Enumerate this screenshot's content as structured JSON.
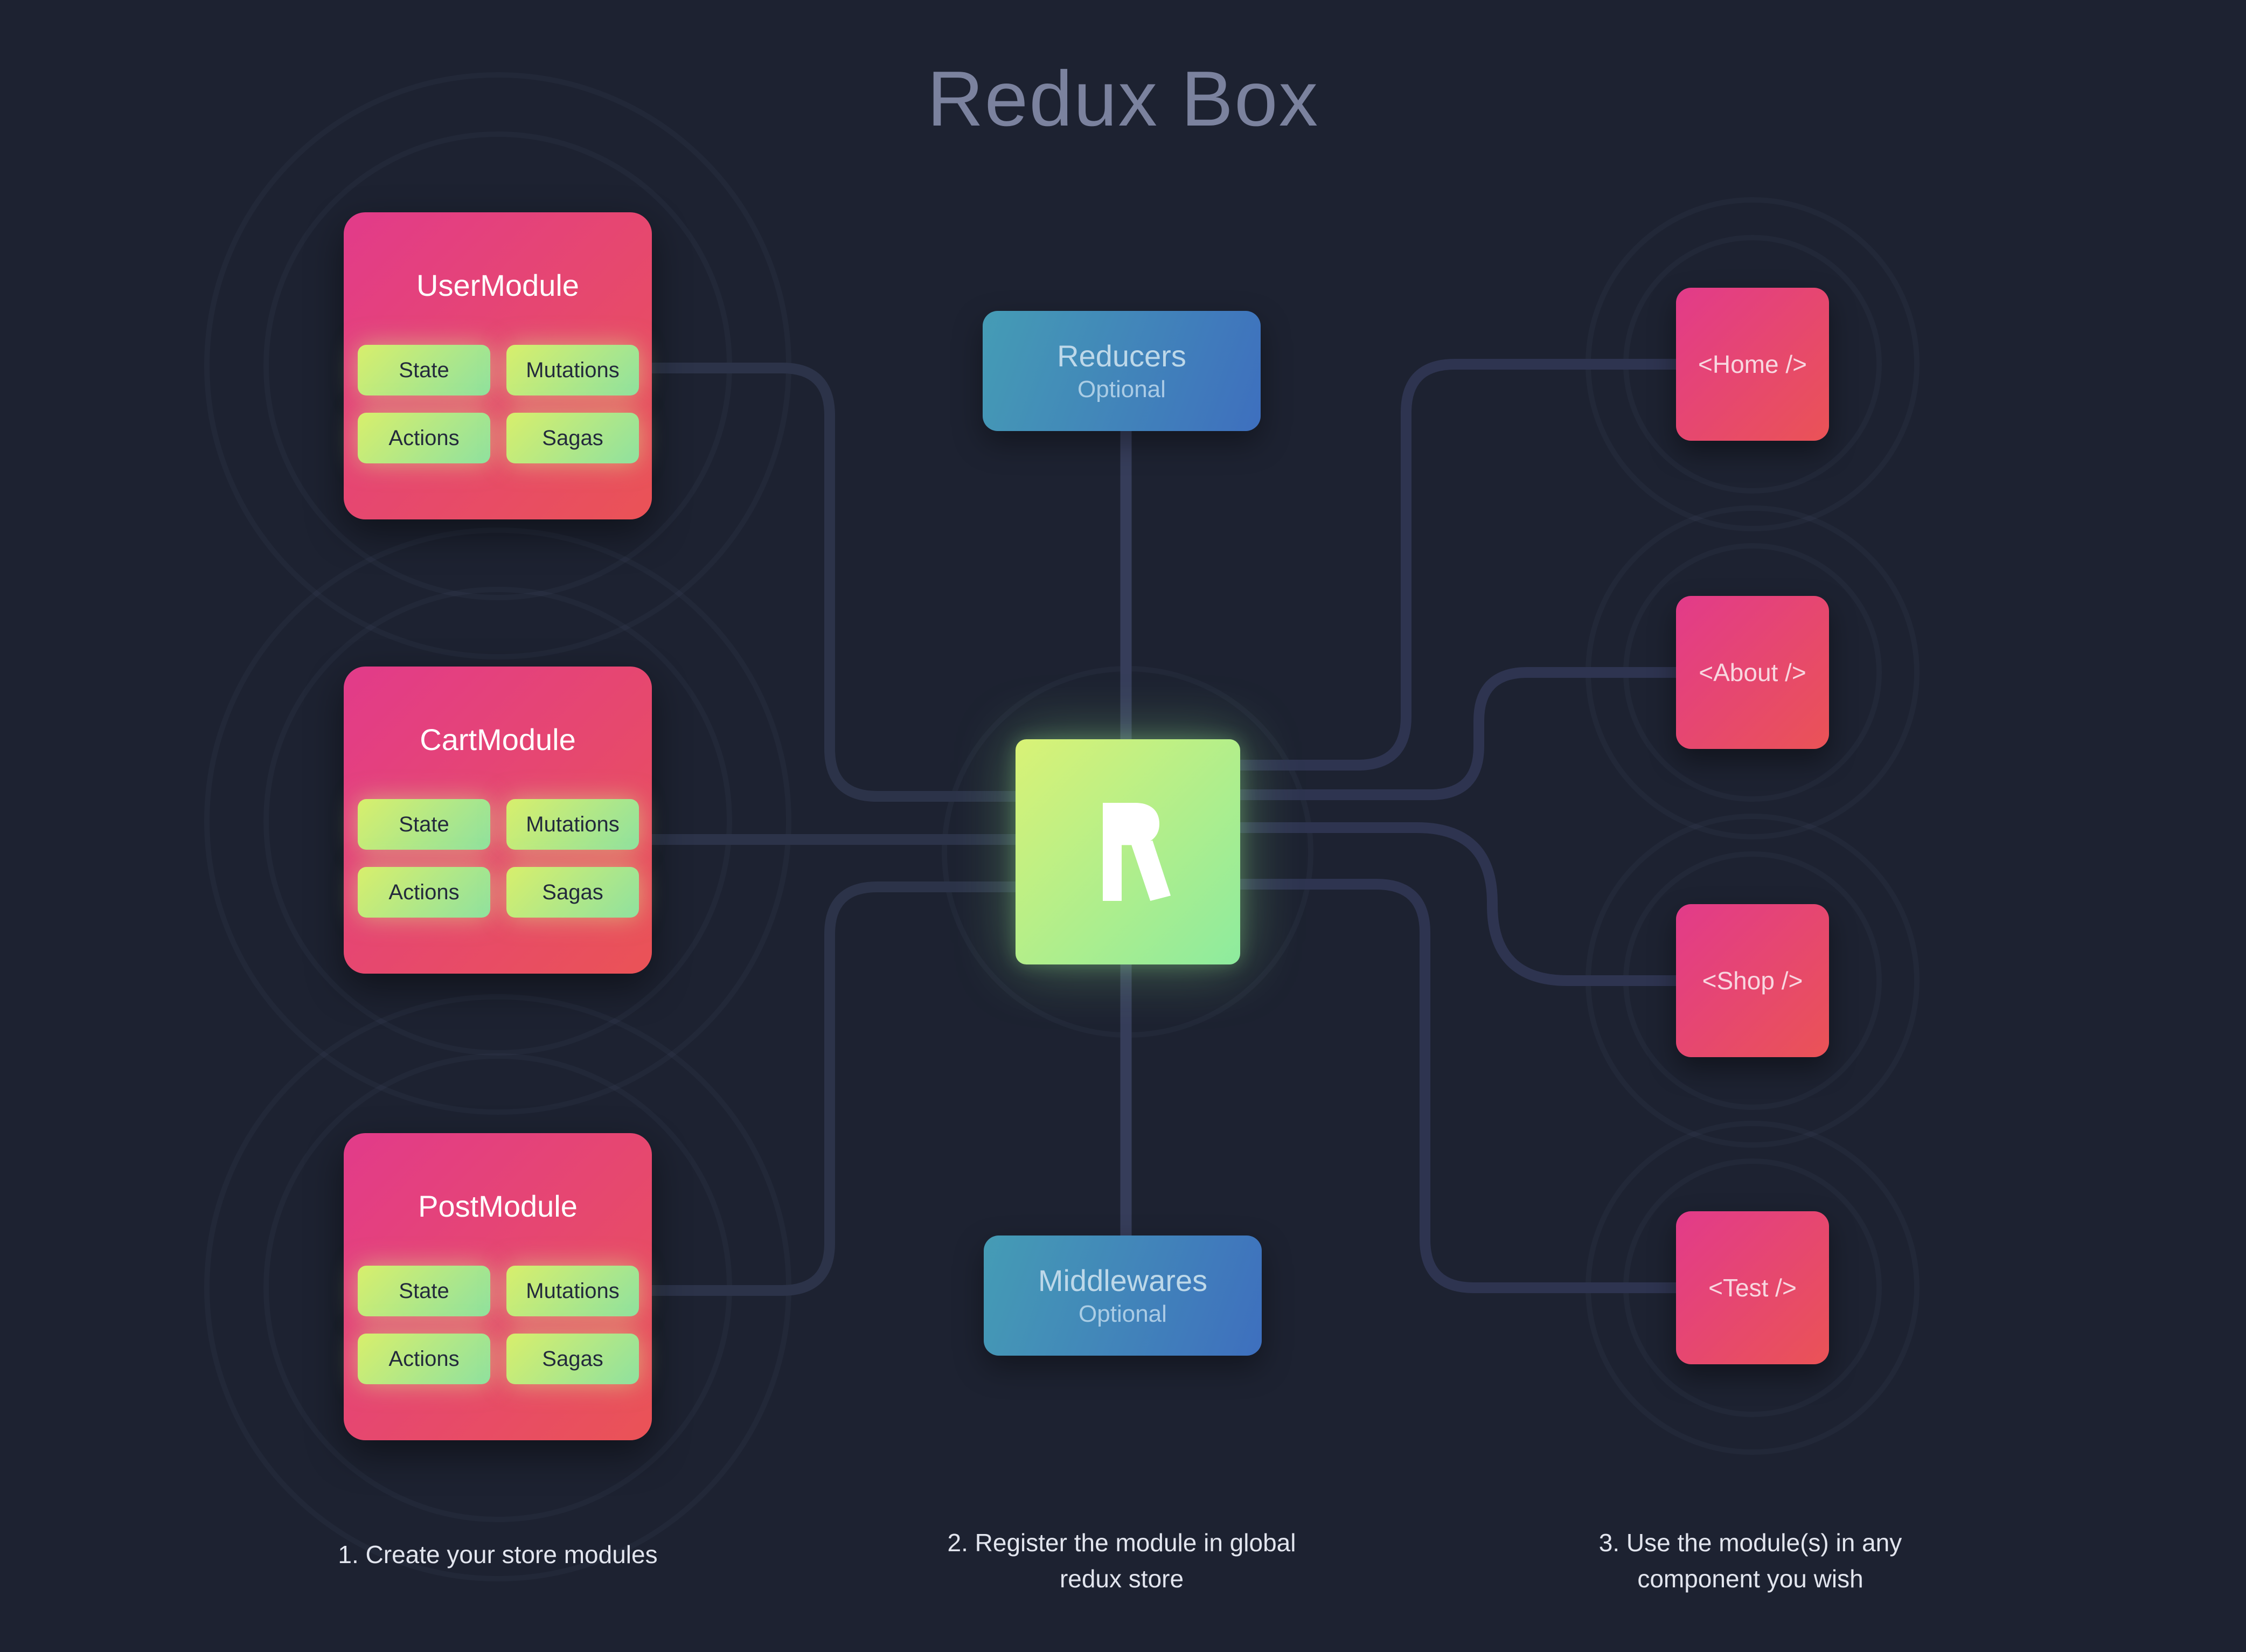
{
  "page": {
    "title": "Redux Box"
  },
  "modules": [
    {
      "name": "UserModule",
      "chips": [
        "State",
        "Mutations",
        "Actions",
        "Sagas"
      ]
    },
    {
      "name": "CartModule",
      "chips": [
        "State",
        "Mutations",
        "Actions",
        "Sagas"
      ]
    },
    {
      "name": "PostModule",
      "chips": [
        "State",
        "Mutations",
        "Actions",
        "Sagas"
      ]
    }
  ],
  "store": {
    "reducers": {
      "label": "Reducers",
      "sublabel": "Optional"
    },
    "middlewares": {
      "label": "Middlewares",
      "sublabel": "Optional"
    },
    "logo_letter": "R"
  },
  "components": [
    {
      "label": "<Home />"
    },
    {
      "label": "<About />"
    },
    {
      "label": "<Shop />"
    },
    {
      "label": "<Test />"
    }
  ],
  "captions": [
    {
      "text": "1. Create your store modules"
    },
    {
      "text": "2. Register the module in global redux store"
    },
    {
      "text": "3. Use the module(s) in any component you wish"
    }
  ],
  "colors": {
    "background": "#1d2231",
    "title_text": "#7b829e",
    "module_gradient_start": "#e23b8a",
    "module_gradient_end": "#ea5356",
    "chip_gradient_start": "#d8ef6c",
    "chip_gradient_end": "#8fe19f",
    "blue_gradient_start": "#459cb5",
    "blue_gradient_end": "#3e6fbe",
    "logo_gradient_start": "#d9f276",
    "logo_gradient_end": "#8deb9e",
    "connector": "#2c3349",
    "caption_text": "#e2e5ee"
  }
}
